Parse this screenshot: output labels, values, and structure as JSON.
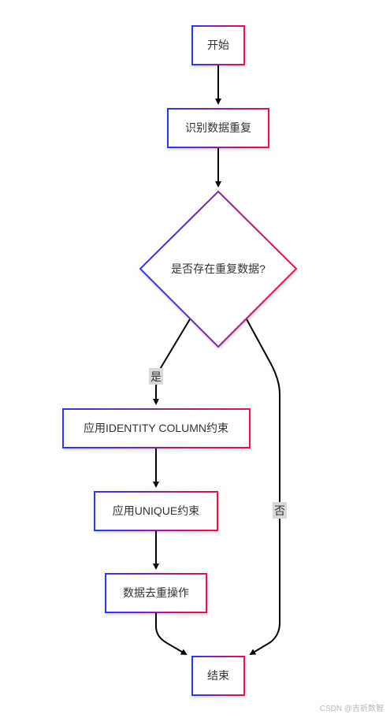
{
  "colors": {
    "gradient_start": "#2a3be0",
    "gradient_end": "#e5134f",
    "edge": "#000000",
    "text": "#333333",
    "edge_label_bg": "#d9d9d9"
  },
  "nodes": {
    "start": {
      "label": "开始"
    },
    "identify": {
      "label": "识别数据重复"
    },
    "decision": {
      "label": "是否存在重复数据?"
    },
    "identity": {
      "label": "应用IDENTITY COLUMN约束"
    },
    "unique": {
      "label": "应用UNIQUE约束"
    },
    "dedup": {
      "label": "数据去重操作"
    },
    "end": {
      "label": "结束"
    }
  },
  "edge_labels": {
    "yes": "是",
    "no": "否"
  },
  "watermark": "CSDN @吉祈数智"
}
